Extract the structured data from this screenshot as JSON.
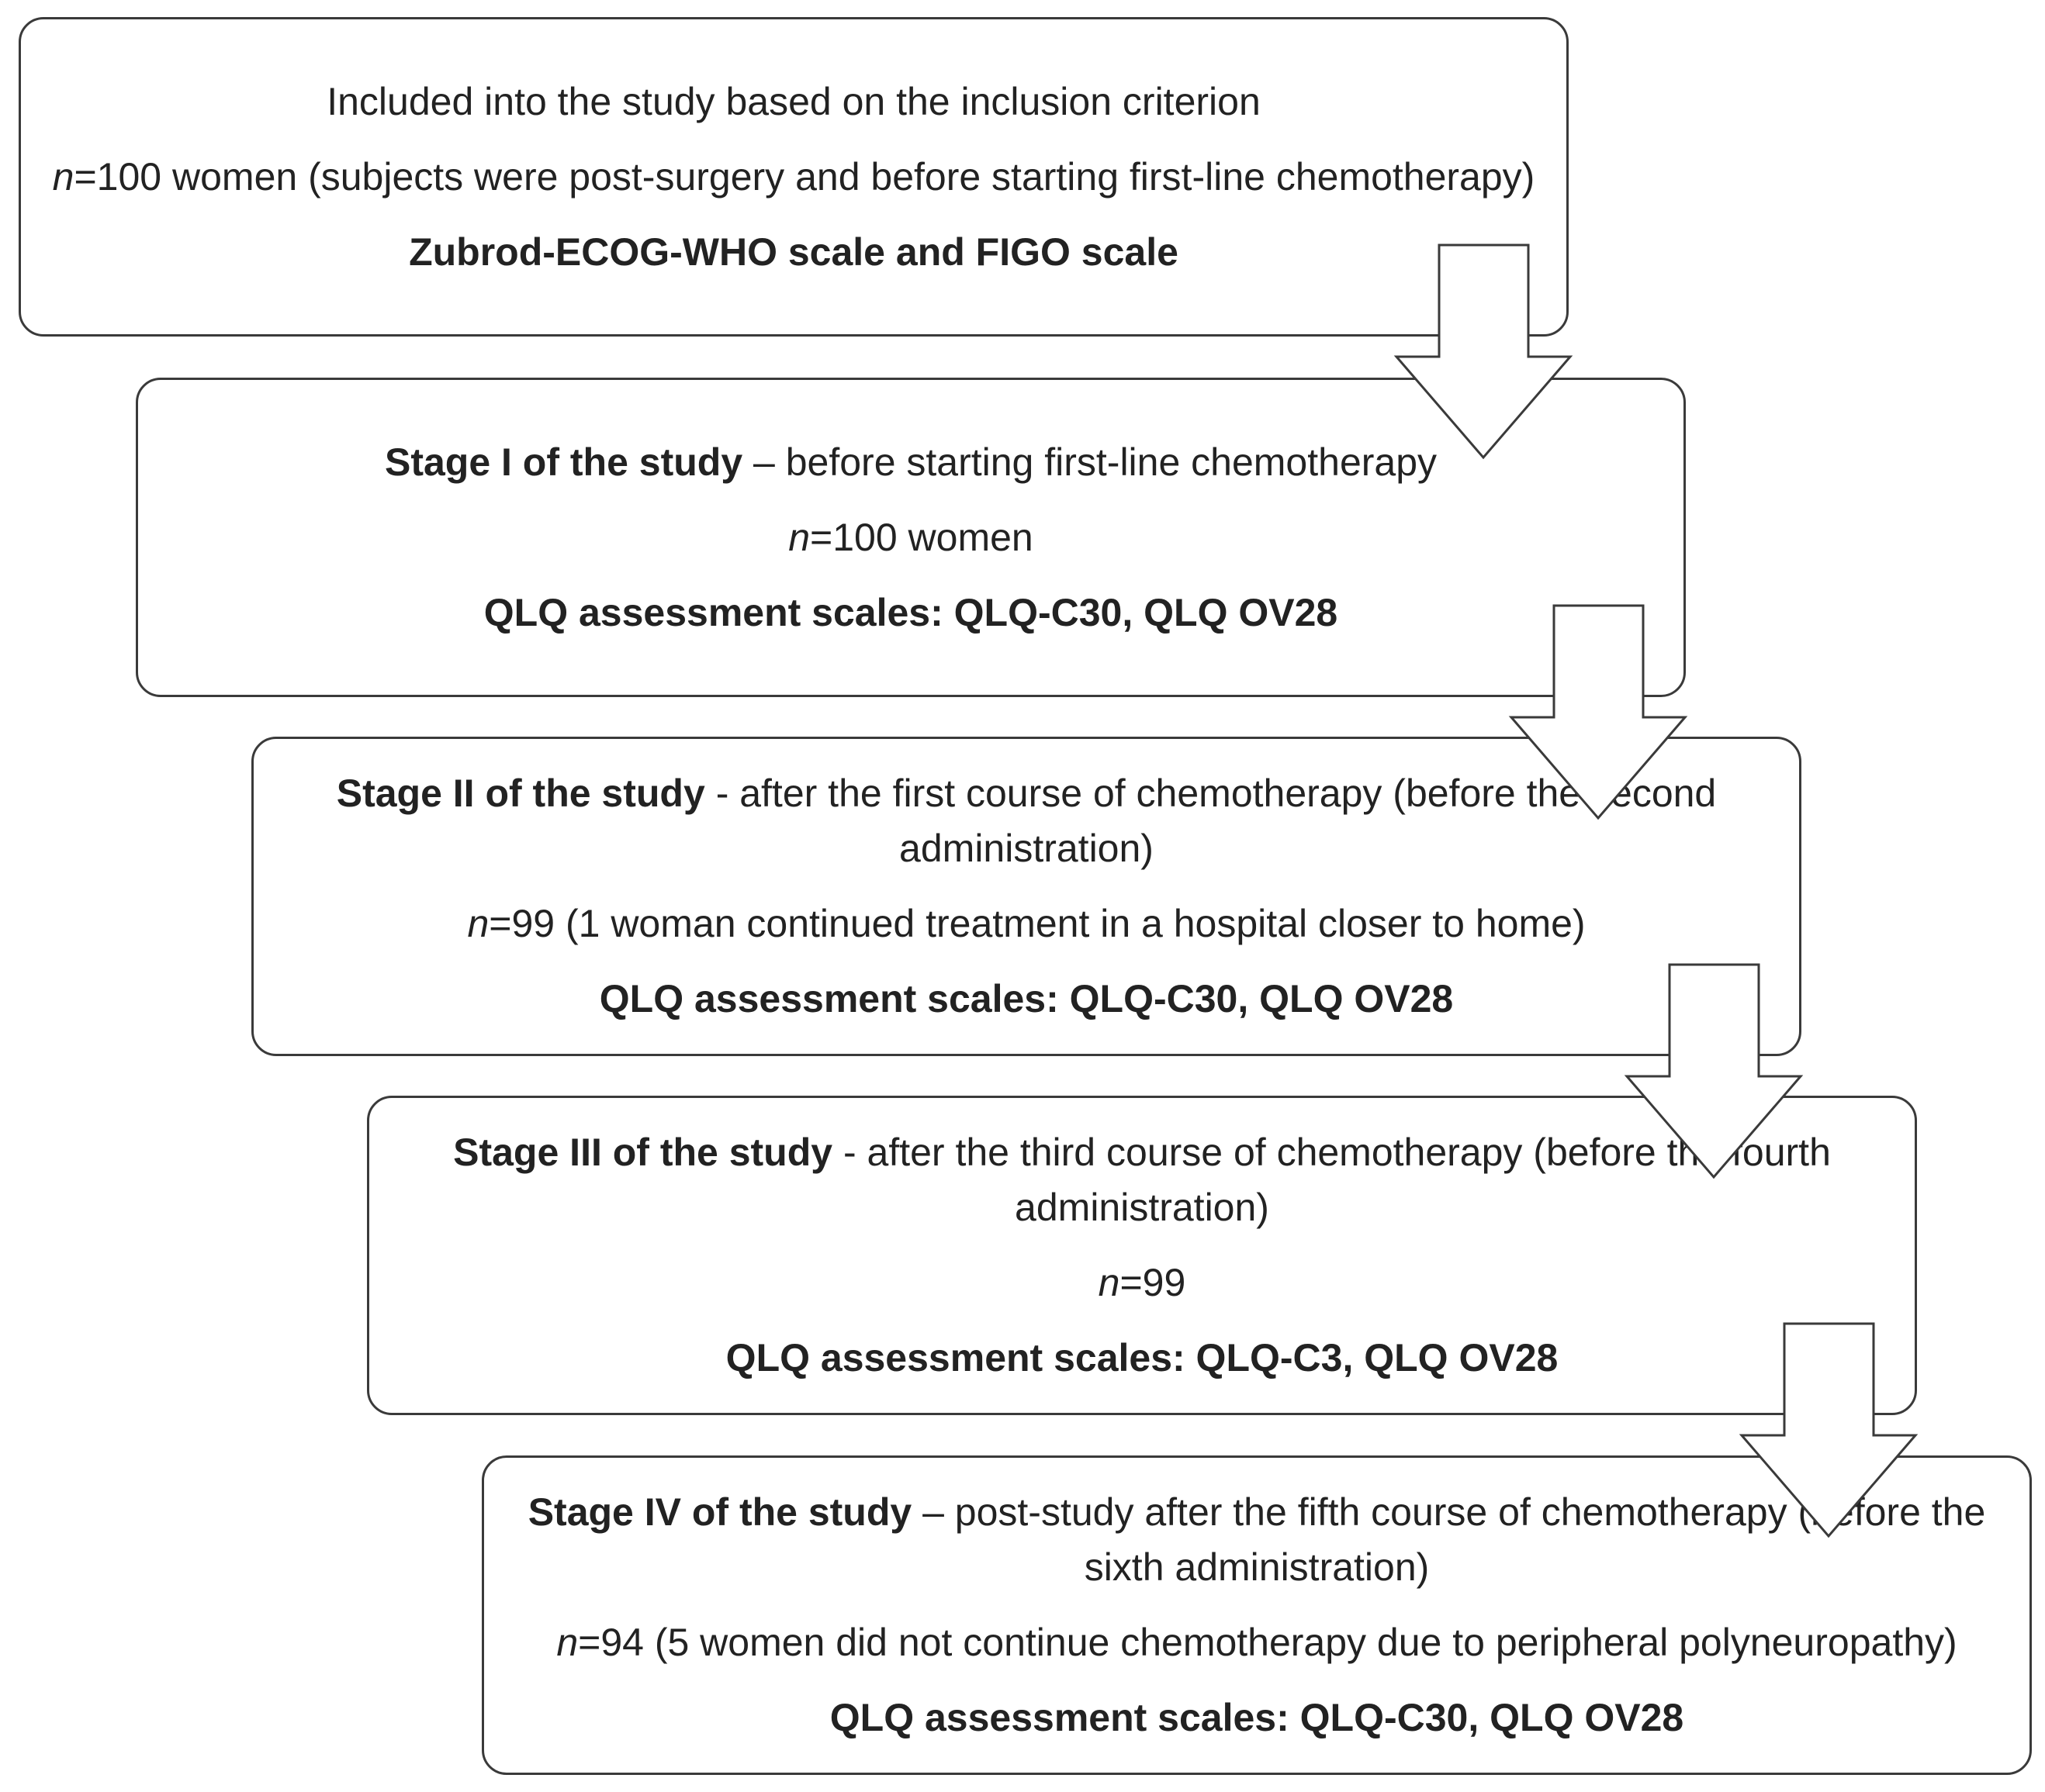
{
  "boxes": [
    {
      "title": "Included into the study based on the inclusion criterion",
      "n_var": "n",
      "n_text": "=100 women (subjects were post-surgery and before starting first-line chemotherapy)",
      "scales": "Zubrod-ECOG-WHO scale and FIGO scale"
    },
    {
      "stage": "Stage I of the study",
      "desc": " – before starting first-line chemotherapy",
      "n_var": "n",
      "n_text": "=100 women",
      "scales": "QLQ assessment scales: QLQ-C30, QLQ OV28"
    },
    {
      "stage": "Stage II of the study",
      "desc": " - after the first course of chemotherapy (before the second administration)",
      "n_var": "n",
      "n_text": "=99 (1 woman continued treatment in a hospital closer to home)",
      "scales": "QLQ assessment scales: QLQ-C30, QLQ OV28"
    },
    {
      "stage": "Stage III of the study",
      "desc": " - after the third course of chemotherapy (before the fourth administration)",
      "n_var": "n",
      "n_text": "=99",
      "scales": "QLQ assessment scales: QLQ-C3, QLQ OV28"
    },
    {
      "stage": "Stage IV of the study",
      "desc": " – post-study after the fifth course of chemotherapy (before the sixth administration)",
      "n_var": "n",
      "n_text": "=94 (5 women did not continue chemotherapy due to peripheral polyneuropathy)",
      "scales": "QLQ assessment scales: QLQ-C30, QLQ OV28"
    }
  ],
  "colors": {
    "border": "#3a3a3a",
    "arrow_fill": "#ffffff",
    "arrow_stroke": "#3a3a3a",
    "text": "#222222"
  }
}
